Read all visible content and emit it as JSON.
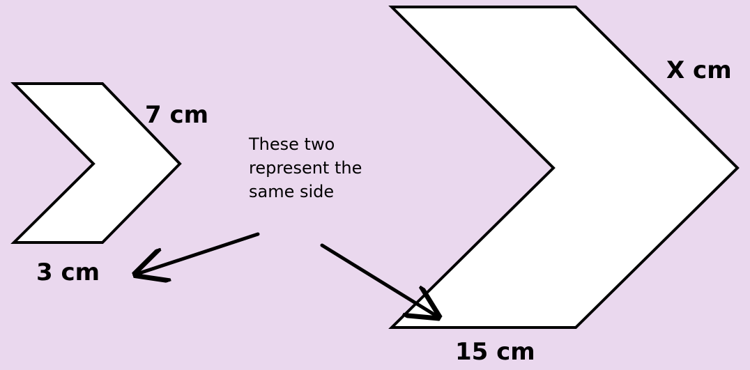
{
  "labels": {
    "small_side": "7 cm",
    "small_base": "3 cm",
    "large_side": "X cm",
    "large_base": "15 cm"
  },
  "note": {
    "lines": [
      "These two",
      "represent the",
      "same side"
    ]
  },
  "colors": {
    "background": "#ead8ee",
    "shape_fill": "#ffffff",
    "stroke": "#000000"
  }
}
